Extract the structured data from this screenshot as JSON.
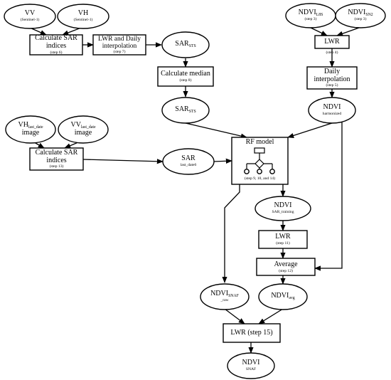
{
  "colors": {
    "line": "#000000",
    "fill": "#ffffff"
  },
  "nodes": {
    "vv": {
      "main": "VV",
      "sub": "(Sentinel-1)"
    },
    "vh": {
      "main": "VH",
      "sub": "(Sentinel-1)"
    },
    "calc_sar": {
      "main": "Calculate SAR indices",
      "sub": "(step 6)"
    },
    "lwr_daily": {
      "main": "LWR and Daily interpolation",
      "sub": "(step 7)"
    },
    "sar_sts1": {
      "main": "SAR",
      "main_sub": "STS"
    },
    "calc_median": {
      "main": "Calculate median",
      "sub": "(step 8)"
    },
    "sar_sts2": {
      "main": "SAR",
      "main_sub": "STS"
    },
    "ndvi_l8": {
      "main": "NDVI",
      "main_sub": "L8S",
      "sub": "(step 3)"
    },
    "ndvi_s2": {
      "main": "NDVI",
      "main_sub": "SN2",
      "sub": "(step 3)"
    },
    "lwr4": {
      "main": "LWR",
      "sub": "(step 4)"
    },
    "daily_interp": {
      "main": "Daily interpolation",
      "sub": "(step 5)"
    },
    "ndvi_harm": {
      "main": "NDVI",
      "sub": "harmonized"
    },
    "vh_last": {
      "main": "VH",
      "main_sub": "last_date",
      "after": "image"
    },
    "vv_last": {
      "main": "VV",
      "main_sub": "last_date",
      "after": "image"
    },
    "calc_sar13": {
      "main": "Calculate SAR indices",
      "sub": "(step 13)"
    },
    "sar_last": {
      "main": "SAR",
      "sub": "last_date6"
    },
    "rf": {
      "main": "RF model",
      "sub": "(step 9, 10, and 14)"
    },
    "ndvi_sar_train": {
      "main": "NDVI",
      "sub": "SAR_training"
    },
    "lwr11": {
      "main": "LWR",
      "sub": "(step 11)"
    },
    "average": {
      "main": "Average",
      "sub": "(step 12)"
    },
    "ndvi_snaf_raw": {
      "main": "NDVI",
      "main_sub": "SNAF",
      "sub": "_raw"
    },
    "ndvi_avg": {
      "main": "NDVI",
      "main_sub": "avg"
    },
    "lwr15": {
      "main": "LWR (step 15)"
    },
    "ndvi_snaf": {
      "main": "NDVI",
      "sub": "SNAF"
    }
  }
}
